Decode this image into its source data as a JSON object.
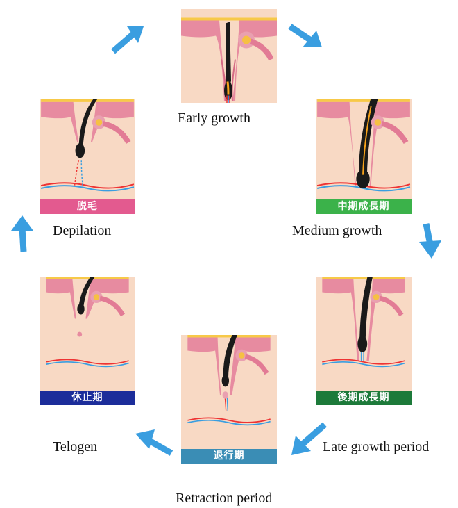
{
  "colors": {
    "skin": "#f8d9c4",
    "epidermis": "#e78ba0",
    "hair": "#1a1a1a",
    "arrow": "#3a9ee0",
    "banner_depilation": "#e35a8f",
    "banner_medium": "#3bb24a",
    "banner_late": "#1d7a3a",
    "banner_retraction": "#3a8db5",
    "banner_telogen": "#1c2d9a"
  },
  "stages": [
    {
      "id": "early",
      "label": "Early growth",
      "banner": ""
    },
    {
      "id": "medium",
      "label": "Medium growth",
      "banner": "中期成長期"
    },
    {
      "id": "late",
      "label": "Late growth period",
      "banner": "後期成長期"
    },
    {
      "id": "retraction",
      "label": "Retraction period",
      "banner": "退行期"
    },
    {
      "id": "telogen",
      "label": "Telogen",
      "banner": "休止期"
    },
    {
      "id": "depilation",
      "label": "Depilation",
      "banner": "脱毛"
    }
  ]
}
